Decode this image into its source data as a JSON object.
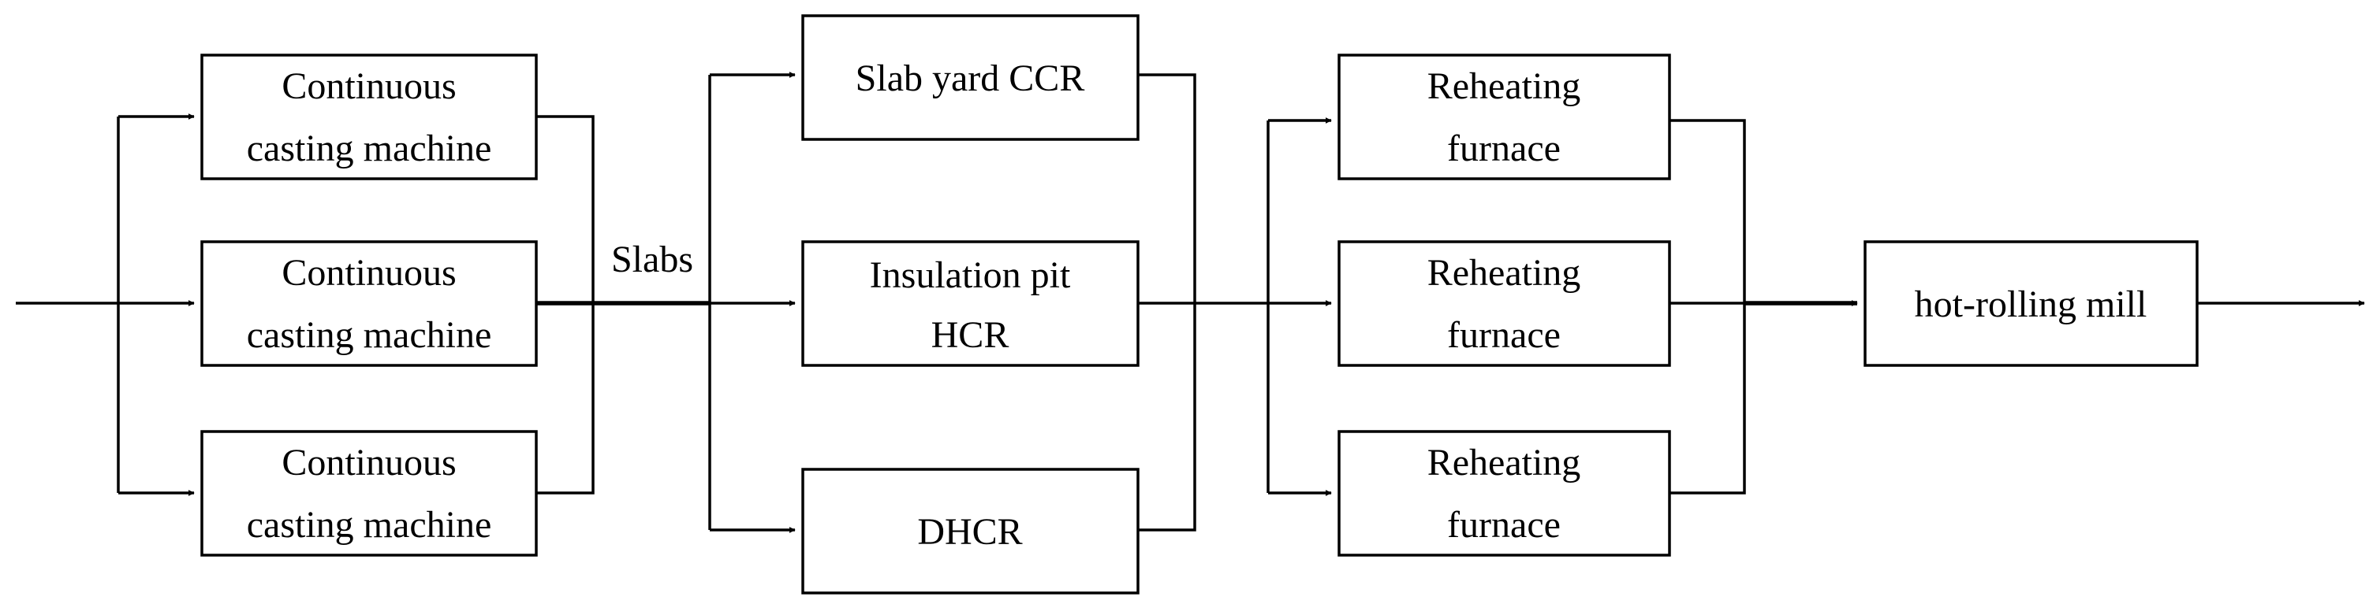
{
  "diagram": {
    "casters": [
      {
        "line1": "Continuous",
        "line2": "casting machine"
      },
      {
        "line1": "Continuous",
        "line2": "casting machine"
      },
      {
        "line1": "Continuous",
        "line2": "casting machine"
      }
    ],
    "slabs_label": "Slabs",
    "routes": [
      {
        "line1": "Slab yard CCR"
      },
      {
        "line1": "Insulation pit",
        "line2": "HCR"
      },
      {
        "line1": "DHCR"
      }
    ],
    "furnaces": [
      {
        "line1": "Reheating",
        "line2": "furnace"
      },
      {
        "line1": "Reheating",
        "line2": "furnace"
      },
      {
        "line1": "Reheating",
        "line2": "furnace"
      }
    ],
    "mill": {
      "line1": "hot-rolling mill"
    }
  }
}
